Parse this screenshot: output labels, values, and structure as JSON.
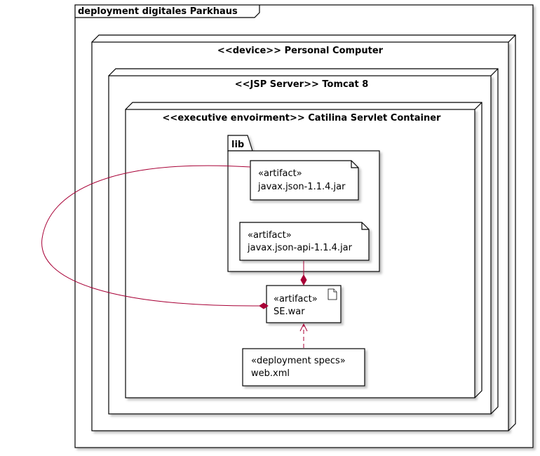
{
  "frame": {
    "title": "deployment digitales Parkhaus"
  },
  "nodes": {
    "device": "<<device>> Personal Computer",
    "server": "<<JSP Server>> Tomcat 8",
    "container": "<<executive envoirment>> Catilina Servlet Container"
  },
  "package": {
    "name": "lib"
  },
  "artifacts": {
    "json": {
      "stereotype": "«artifact»",
      "name": "javax.json-1.1.4.jar"
    },
    "json_api": {
      "stereotype": "«artifact»",
      "name": "javax.json-api-1.1.4.jar"
    },
    "war": {
      "stereotype": "«artifact»",
      "name": "SE.war"
    }
  },
  "spec": {
    "stereotype": "«deployment specs»",
    "name": "web.xml"
  },
  "colors": {
    "relation": "#A80036",
    "border": "#000000",
    "background": "#FFFFFF",
    "shadow": "#BBBBBB"
  }
}
